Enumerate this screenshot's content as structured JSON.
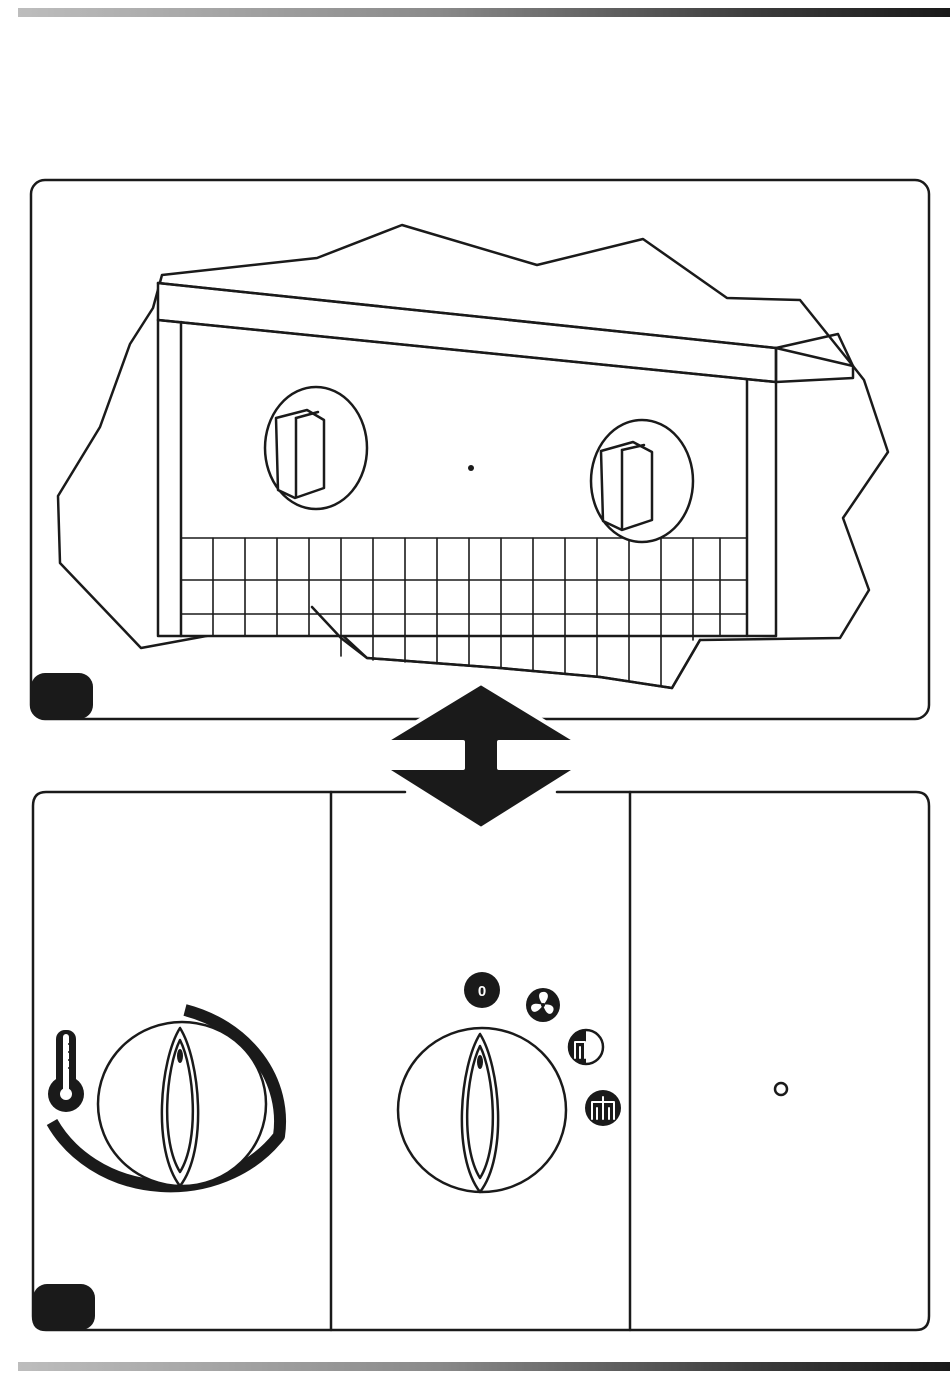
{
  "figure_a": {
    "description_icons": [
      "left-knob-icon",
      "right-knob-icon",
      "indicator-dot-icon"
    ]
  },
  "figure_b": {
    "mode_selector": {
      "positions": [
        {
          "symbol": "0",
          "icon": "off-position-symbol"
        },
        {
          "symbol": "",
          "icon": "fan-symbol"
        },
        {
          "symbol": "",
          "icon": "half-heat-symbol"
        },
        {
          "symbol": "",
          "icon": "full-heat-symbol"
        }
      ]
    },
    "thermostat": {
      "icon": "thermometer-icon"
    },
    "indicator": {
      "icon": "pilot-light-icon"
    }
  },
  "colors": {
    "line": "#1a1a1a",
    "background": "#ffffff"
  }
}
